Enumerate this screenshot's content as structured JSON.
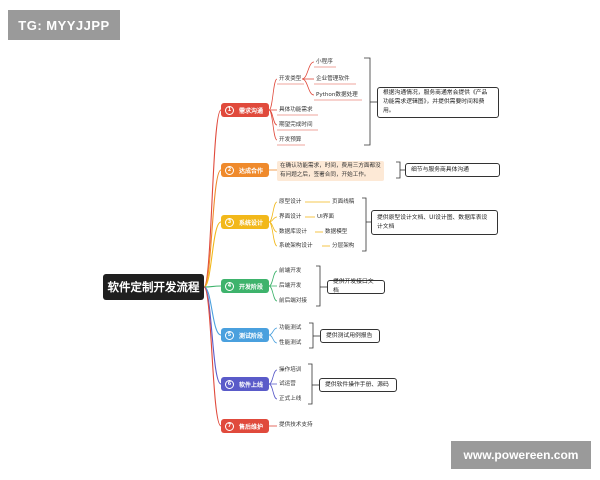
{
  "watermarks": {
    "top_left": "TG: MYYJJPP",
    "bottom_right": "www.powereen.com"
  },
  "root": {
    "label": "软件定制开发流程"
  },
  "colors": {
    "n1": "#e04a3c",
    "n2": "#ef8a2c",
    "n3": "#f2b81a",
    "n4": "#3eb36c",
    "n5": "#4aa0de",
    "n6": "#5a5bc9",
    "n7": "#e04a3c"
  },
  "nodes": [
    {
      "num": "1",
      "label": "需求沟通"
    },
    {
      "num": "2",
      "label": "达成合作"
    },
    {
      "num": "3",
      "label": "系统设计"
    },
    {
      "num": "4",
      "label": "开发阶段"
    },
    {
      "num": "5",
      "label": "测试阶段"
    },
    {
      "num": "6",
      "label": "软件上线"
    },
    {
      "num": "7",
      "label": "售后维护"
    }
  ],
  "n1": {
    "develop_type": "开发类型",
    "types": [
      "小程序",
      "企业管理软件",
      "Python数据处理"
    ],
    "items": [
      "具体功能需求",
      "期望完成时间",
      "开发预算"
    ],
    "note": "根据沟通情况，服务商通常会提供《产品功能需求逻辑图》，并提供需要时间和费用。"
  },
  "n2": {
    "text_lines": [
      "在确认功能需求，时间，费用三方面都没",
      "有问题之后，签署合同，开始工作。"
    ],
    "note": "细节与服务商具体沟通"
  },
  "n3": {
    "rows": [
      {
        "a": "原型设计",
        "b": "页面线稿"
      },
      {
        "a": "界面设计",
        "b": "UI界面"
      },
      {
        "a": "数据库设计",
        "b": "数据模型"
      },
      {
        "a": "系统架构设计",
        "b": "分层架构"
      }
    ],
    "note": "提供原型设计文档、UI设计图、数据库表设计文档"
  },
  "n4": {
    "items": [
      "前端开发",
      "后端开发",
      "前后端对接"
    ],
    "note": "提供开发接口文档"
  },
  "n5": {
    "items": [
      "功能测试",
      "性能测试"
    ],
    "note": "提供测试用例报告"
  },
  "n6": {
    "items": [
      "操作培训",
      "试运营",
      "正式上线"
    ],
    "note": "提供软件操作手册、源码"
  },
  "n7": {
    "item": "提供技术支持"
  }
}
